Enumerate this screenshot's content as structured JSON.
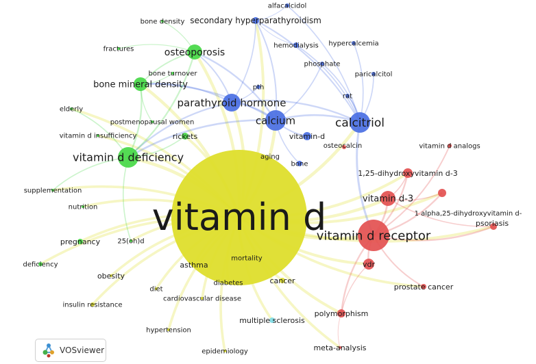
{
  "app": {
    "name": "VOSviewer"
  },
  "colors": {
    "blue": "#4a6fe3",
    "green": "#47d847",
    "yellow": "#dede2c",
    "red": "#e35050",
    "cyan": "#7fdbe5"
  },
  "nodes": [
    {
      "id": "vitamin_d",
      "label": "vitamin d",
      "cluster": "yellow",
      "weight": 10
    },
    {
      "id": "vdr_receptor",
      "label": "vitamin d receptor",
      "cluster": "red",
      "weight": 5
    },
    {
      "id": "calcitriol",
      "label": "calcitriol",
      "cluster": "blue",
      "weight": 4
    },
    {
      "id": "calcium",
      "label": "calcium",
      "cluster": "blue",
      "weight": 4
    },
    {
      "id": "pth_hormone",
      "label": "parathyroid hormone",
      "cluster": "blue",
      "weight": 3
    },
    {
      "id": "vd_deficiency",
      "label": "vitamin d deficiency",
      "cluster": "green",
      "weight": 4
    },
    {
      "id": "osteoporosis",
      "label": "osteoporosis",
      "cluster": "green",
      "weight": 3
    },
    {
      "id": "bmd",
      "label": "bone mineral density",
      "cluster": "green",
      "weight": 3
    },
    {
      "id": "shpt",
      "label": "secondary hyperparathyroidism",
      "cluster": "blue",
      "weight": 2
    },
    {
      "id": "vd3",
      "label": "vitamin d-3",
      "cluster": "red",
      "weight": 3
    },
    {
      "id": "dihydroxy",
      "label": "1,25-dihydroxyvitamin d-3",
      "cluster": "red",
      "weight": 2
    },
    {
      "id": "alpha",
      "label": "1 alpha,25-dihydroxyvitamin d-",
      "cluster": "red",
      "weight": 2
    },
    {
      "id": "vdr",
      "label": "vdr",
      "cluster": "red",
      "weight": 2
    },
    {
      "id": "psoriasis",
      "label": "psoriasis",
      "cluster": "red",
      "weight": 2
    },
    {
      "id": "vd_analogs",
      "label": "vitamin d analogs",
      "cluster": "red",
      "weight": 1
    },
    {
      "id": "prostate",
      "label": "prostate cancer",
      "cluster": "red",
      "weight": 1
    },
    {
      "id": "polymorphism",
      "label": "polymorphism",
      "cluster": "red",
      "weight": 2
    },
    {
      "id": "meta",
      "label": "meta-analysis",
      "cluster": "red",
      "weight": 1
    },
    {
      "id": "osteocalcin",
      "label": "osteocalcin",
      "cluster": "red",
      "weight": 1
    },
    {
      "id": "alfacalcidol",
      "label": "alfacalcidol",
      "cluster": "blue",
      "weight": 1
    },
    {
      "id": "hemodialysis",
      "label": "hemodialysis",
      "cluster": "blue",
      "weight": 1
    },
    {
      "id": "hypercalcemia",
      "label": "hypercalcemia",
      "cluster": "blue",
      "weight": 1
    },
    {
      "id": "phosphate",
      "label": "phosphate",
      "cluster": "blue",
      "weight": 1
    },
    {
      "id": "paricalcitol",
      "label": "paricalcitol",
      "cluster": "blue",
      "weight": 1
    },
    {
      "id": "pth",
      "label": "pth",
      "cluster": "blue",
      "weight": 1
    },
    {
      "id": "rat",
      "label": "rat",
      "cluster": "blue",
      "weight": 1
    },
    {
      "id": "vitamin_d_hy",
      "label": "vitamin-d",
      "cluster": "blue",
      "weight": 2
    },
    {
      "id": "aging",
      "label": "aging",
      "cluster": "blue",
      "weight": 1
    },
    {
      "id": "bone",
      "label": "bone",
      "cluster": "blue",
      "weight": 1
    },
    {
      "id": "bone_density",
      "label": "bone density",
      "cluster": "green",
      "weight": 1
    },
    {
      "id": "fractures",
      "label": "fractures",
      "cluster": "green",
      "weight": 1
    },
    {
      "id": "bone_turnover",
      "label": "bone turnover",
      "cluster": "green",
      "weight": 1
    },
    {
      "id": "elderly",
      "label": "elderly",
      "cluster": "green",
      "weight": 1
    },
    {
      "id": "postmeno",
      "label": "postmenopausal women",
      "cluster": "green",
      "weight": 1
    },
    {
      "id": "insufficiency",
      "label": "vitamin d insufficiency",
      "cluster": "green",
      "weight": 1
    },
    {
      "id": "rickets",
      "label": "rickets",
      "cluster": "green",
      "weight": 1
    },
    {
      "id": "supplementation",
      "label": "supplementation",
      "cluster": "green",
      "weight": 1
    },
    {
      "id": "nutrition",
      "label": "nutrition",
      "cluster": "green",
      "weight": 1
    },
    {
      "id": "pregnancy",
      "label": "pregnancy",
      "cluster": "green",
      "weight": 1
    },
    {
      "id": "oh_d",
      "label": "25(oh)d",
      "cluster": "green",
      "weight": 1
    },
    {
      "id": "deficiency",
      "label": "deficiency",
      "cluster": "green",
      "weight": 1
    },
    {
      "id": "asthma",
      "label": "asthma",
      "cluster": "yellow",
      "weight": 1
    },
    {
      "id": "mortality",
      "label": "mortality",
      "cluster": "yellow",
      "weight": 1
    },
    {
      "id": "obesity",
      "label": "obesity",
      "cluster": "yellow",
      "weight": 1
    },
    {
      "id": "diet",
      "label": "diet",
      "cluster": "yellow",
      "weight": 1
    },
    {
      "id": "diabetes",
      "label": "diabetes",
      "cluster": "yellow",
      "weight": 1
    },
    {
      "id": "cancer",
      "label": "cancer",
      "cluster": "yellow",
      "weight": 1
    },
    {
      "id": "cardio",
      "label": "cardiovascular disease",
      "cluster": "yellow",
      "weight": 1
    },
    {
      "id": "insulin",
      "label": "insulin resistance",
      "cluster": "yellow",
      "weight": 1
    },
    {
      "id": "hypertension",
      "label": "hypertension",
      "cluster": "yellow",
      "weight": 1
    },
    {
      "id": "epidemiology",
      "label": "epidemiology",
      "cluster": "yellow",
      "weight": 1
    },
    {
      "id": "ms",
      "label": "multiple sclerosis",
      "cluster": "cyan",
      "weight": 1
    }
  ],
  "links": [
    [
      "vitamin_d",
      "vdr_receptor"
    ],
    [
      "vitamin_d",
      "calcitriol"
    ],
    [
      "vitamin_d",
      "calcium"
    ],
    [
      "vitamin_d",
      "pth_hormone"
    ],
    [
      "vitamin_d",
      "vd_deficiency"
    ],
    [
      "vitamin_d",
      "osteoporosis"
    ],
    [
      "vitamin_d",
      "bmd"
    ],
    [
      "vitamin_d",
      "shpt"
    ],
    [
      "vitamin_d",
      "vd3"
    ],
    [
      "vitamin_d",
      "dihydroxy"
    ],
    [
      "vitamin_d",
      "alpha"
    ],
    [
      "vitamin_d",
      "vdr"
    ],
    [
      "vitamin_d",
      "polymorphism"
    ],
    [
      "vitamin_d",
      "prostate"
    ],
    [
      "vitamin_d",
      "supplementation"
    ],
    [
      "vitamin_d",
      "nutrition"
    ],
    [
      "vitamin_d",
      "pregnancy"
    ],
    [
      "vitamin_d",
      "deficiency"
    ],
    [
      "vitamin_d",
      "asthma"
    ],
    [
      "vitamin_d",
      "obesity"
    ],
    [
      "vitamin_d",
      "diabetes"
    ],
    [
      "vitamin_d",
      "cancer"
    ],
    [
      "vitamin_d",
      "cardio"
    ],
    [
      "vitamin_d",
      "insulin"
    ],
    [
      "vitamin_d",
      "hypertension"
    ],
    [
      "vitamin_d",
      "epidemiology"
    ],
    [
      "vitamin_d",
      "ms"
    ],
    [
      "vitamin_d",
      "meta"
    ],
    [
      "vitamin_d",
      "psoriasis"
    ],
    [
      "vitamin_d",
      "elderly"
    ],
    [
      "vitamin_d",
      "insufficiency"
    ],
    [
      "vitamin_d",
      "rickets"
    ],
    [
      "vitamin_d",
      "mortality"
    ],
    [
      "calcitriol",
      "calcium"
    ],
    [
      "calcitriol",
      "pth_hormone"
    ],
    [
      "calcitriol",
      "shpt"
    ],
    [
      "calcitriol",
      "hemodialysis"
    ],
    [
      "calcitriol",
      "paricalcitol"
    ],
    [
      "calcitriol",
      "hypercalcemia"
    ],
    [
      "calcitriol",
      "alfacalcidol"
    ],
    [
      "calcitriol",
      "vdr_receptor"
    ],
    [
      "calcitriol",
      "rat"
    ],
    [
      "calcitriol",
      "phosphate"
    ],
    [
      "calcium",
      "pth_hormone"
    ],
    [
      "calcium",
      "shpt"
    ],
    [
      "calcium",
      "osteoporosis"
    ],
    [
      "calcium",
      "bmd"
    ],
    [
      "calcium",
      "vd_deficiency"
    ],
    [
      "calcium",
      "phosphate"
    ],
    [
      "calcium",
      "bone"
    ],
    [
      "calcium",
      "vitamin_d_hy"
    ],
    [
      "pth_hormone",
      "shpt"
    ],
    [
      "pth_hormone",
      "osteoporosis"
    ],
    [
      "pth_hormone",
      "bmd"
    ],
    [
      "pth_hormone",
      "vd_deficiency"
    ],
    [
      "pth_hormone",
      "pth"
    ],
    [
      "shpt",
      "hemodialysis"
    ],
    [
      "shpt",
      "alfacalcidol"
    ],
    [
      "vd_deficiency",
      "osteoporosis"
    ],
    [
      "vd_deficiency",
      "bmd"
    ],
    [
      "vd_deficiency",
      "elderly"
    ],
    [
      "vd_deficiency",
      "supplementation"
    ],
    [
      "vd_deficiency",
      "rickets"
    ],
    [
      "vd_deficiency",
      "oh_d"
    ],
    [
      "osteoporosis",
      "bmd"
    ],
    [
      "osteoporosis",
      "fractures"
    ],
    [
      "osteoporosis",
      "bone_density"
    ],
    [
      "bmd",
      "bone_turnover"
    ],
    [
      "bmd",
      "postmeno"
    ],
    [
      "vdr_receptor",
      "vd3"
    ],
    [
      "vdr_receptor",
      "dihydroxy"
    ],
    [
      "vdr_receptor",
      "vdr"
    ],
    [
      "vdr_receptor",
      "polymorphism"
    ],
    [
      "vdr_receptor",
      "prostate"
    ],
    [
      "vdr_receptor",
      "psoriasis"
    ],
    [
      "vdr_receptor",
      "alpha"
    ],
    [
      "vdr_receptor",
      "vd_analogs"
    ],
    [
      "vd3",
      "dihydroxy"
    ],
    [
      "vd3",
      "alpha"
    ],
    [
      "vd3",
      "psoriasis"
    ],
    [
      "vdr",
      "polymorphism"
    ],
    [
      "polymorphism",
      "meta"
    ],
    [
      "vitamin_d",
      "oh_d"
    ],
    [
      "vitamin_d",
      "diet"
    ]
  ]
}
